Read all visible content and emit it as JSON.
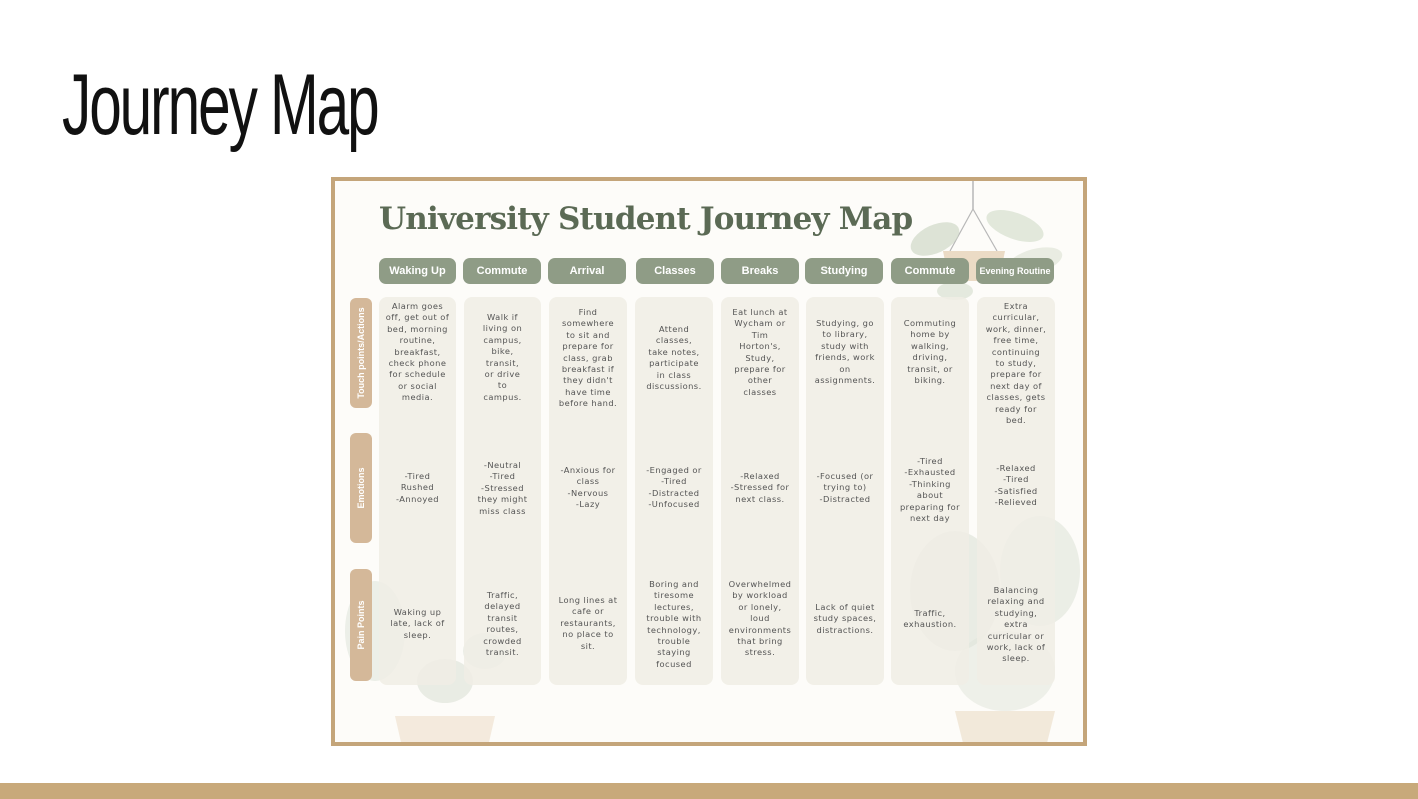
{
  "slide": {
    "title": "Journey Map"
  },
  "colors": {
    "accent_bar": "#c8a97a",
    "frame": "#c4a57a",
    "header_chip": "#8f9c86",
    "row_label": "#d4b899",
    "title_green": "#5b6a55"
  },
  "map": {
    "title": "University Student Journey Map",
    "row_labels": [
      "Touch points/Actions",
      "Emotions",
      "Pain Points"
    ],
    "stages": [
      {
        "name": "Waking Up",
        "touch": "Alarm goes\noff, get out of\nbed, morning\nroutine,\nbreakfast,\ncheck phone\nfor schedule\nor social\nmedia.",
        "emotions": "-Tired\nRushed\n-Annoyed",
        "pain": "Waking up\nlate, lack of\nsleep."
      },
      {
        "name": "Commute",
        "touch": "Walk if\nliving on\ncampus,\nbike,\ntransit,\nor drive\nto\ncampus.",
        "emotions": "-Neutral\n-Tired\n-Stressed\nthey might\nmiss class",
        "pain": "Traffic,\ndelayed\ntransit\nroutes,\ncrowded\ntransit."
      },
      {
        "name": "Arrival",
        "touch": "Find\nsomewhere\nto sit and\nprepare for\nclass, grab\nbreakfast if\nthey didn't\nhave time\nbefore hand.",
        "emotions": "-Anxious for\nclass\n-Nervous\n-Lazy",
        "pain": "Long lines at\ncafe or\nrestaurants,\nno place to\nsit."
      },
      {
        "name": "Classes",
        "touch": "Attend\nclasses,\ntake notes,\nparticipate\nin class\ndiscussions.",
        "emotions": "-Engaged or\n-Tired\n-Distracted\n-Unfocused",
        "pain": "Boring and\ntiresome\nlectures,\ntrouble with\ntechnology,\ntrouble\nstaying\nfocused"
      },
      {
        "name": "Breaks",
        "touch": "Eat lunch at\nWycham or\nTim\nHorton's,\nStudy,\nprepare for\nother\nclasses",
        "emotions": "-Relaxed\n-Stressed for\nnext class.",
        "pain": "Overwhelmed\nby workload\nor lonely,\nloud\nenvironments\nthat bring\nstress."
      },
      {
        "name": "Studying",
        "touch": "Studying, go\nto library,\nstudy with\nfriends, work\non\nassignments.",
        "emotions": "-Focused (or\ntrying to)\n-Distracted",
        "pain": "Lack of quiet\nstudy spaces,\ndistractions."
      },
      {
        "name": "Commute",
        "touch": "Commuting\nhome by\nwalking,\ndriving,\ntransit, or\nbiking.",
        "emotions": "-Tired\n-Exhausted\n-Thinking\nabout\npreparing for\nnext day",
        "pain": "Traffic,\nexhaustion."
      },
      {
        "name": "Evening Routine",
        "touch": "Extra\ncurricular,\nwork, dinner,\nfree time,\ncontinuing\nto study,\nprepare for\nnext day of\nclasses, gets\nready for\nbed.",
        "emotions": "-Relaxed\n-Tired\n-Satisfied\n-Relieved",
        "pain": "Balancing\nrelaxing and\nstudying,\nextra\ncurricular or\nwork, lack of\nsleep."
      }
    ]
  }
}
